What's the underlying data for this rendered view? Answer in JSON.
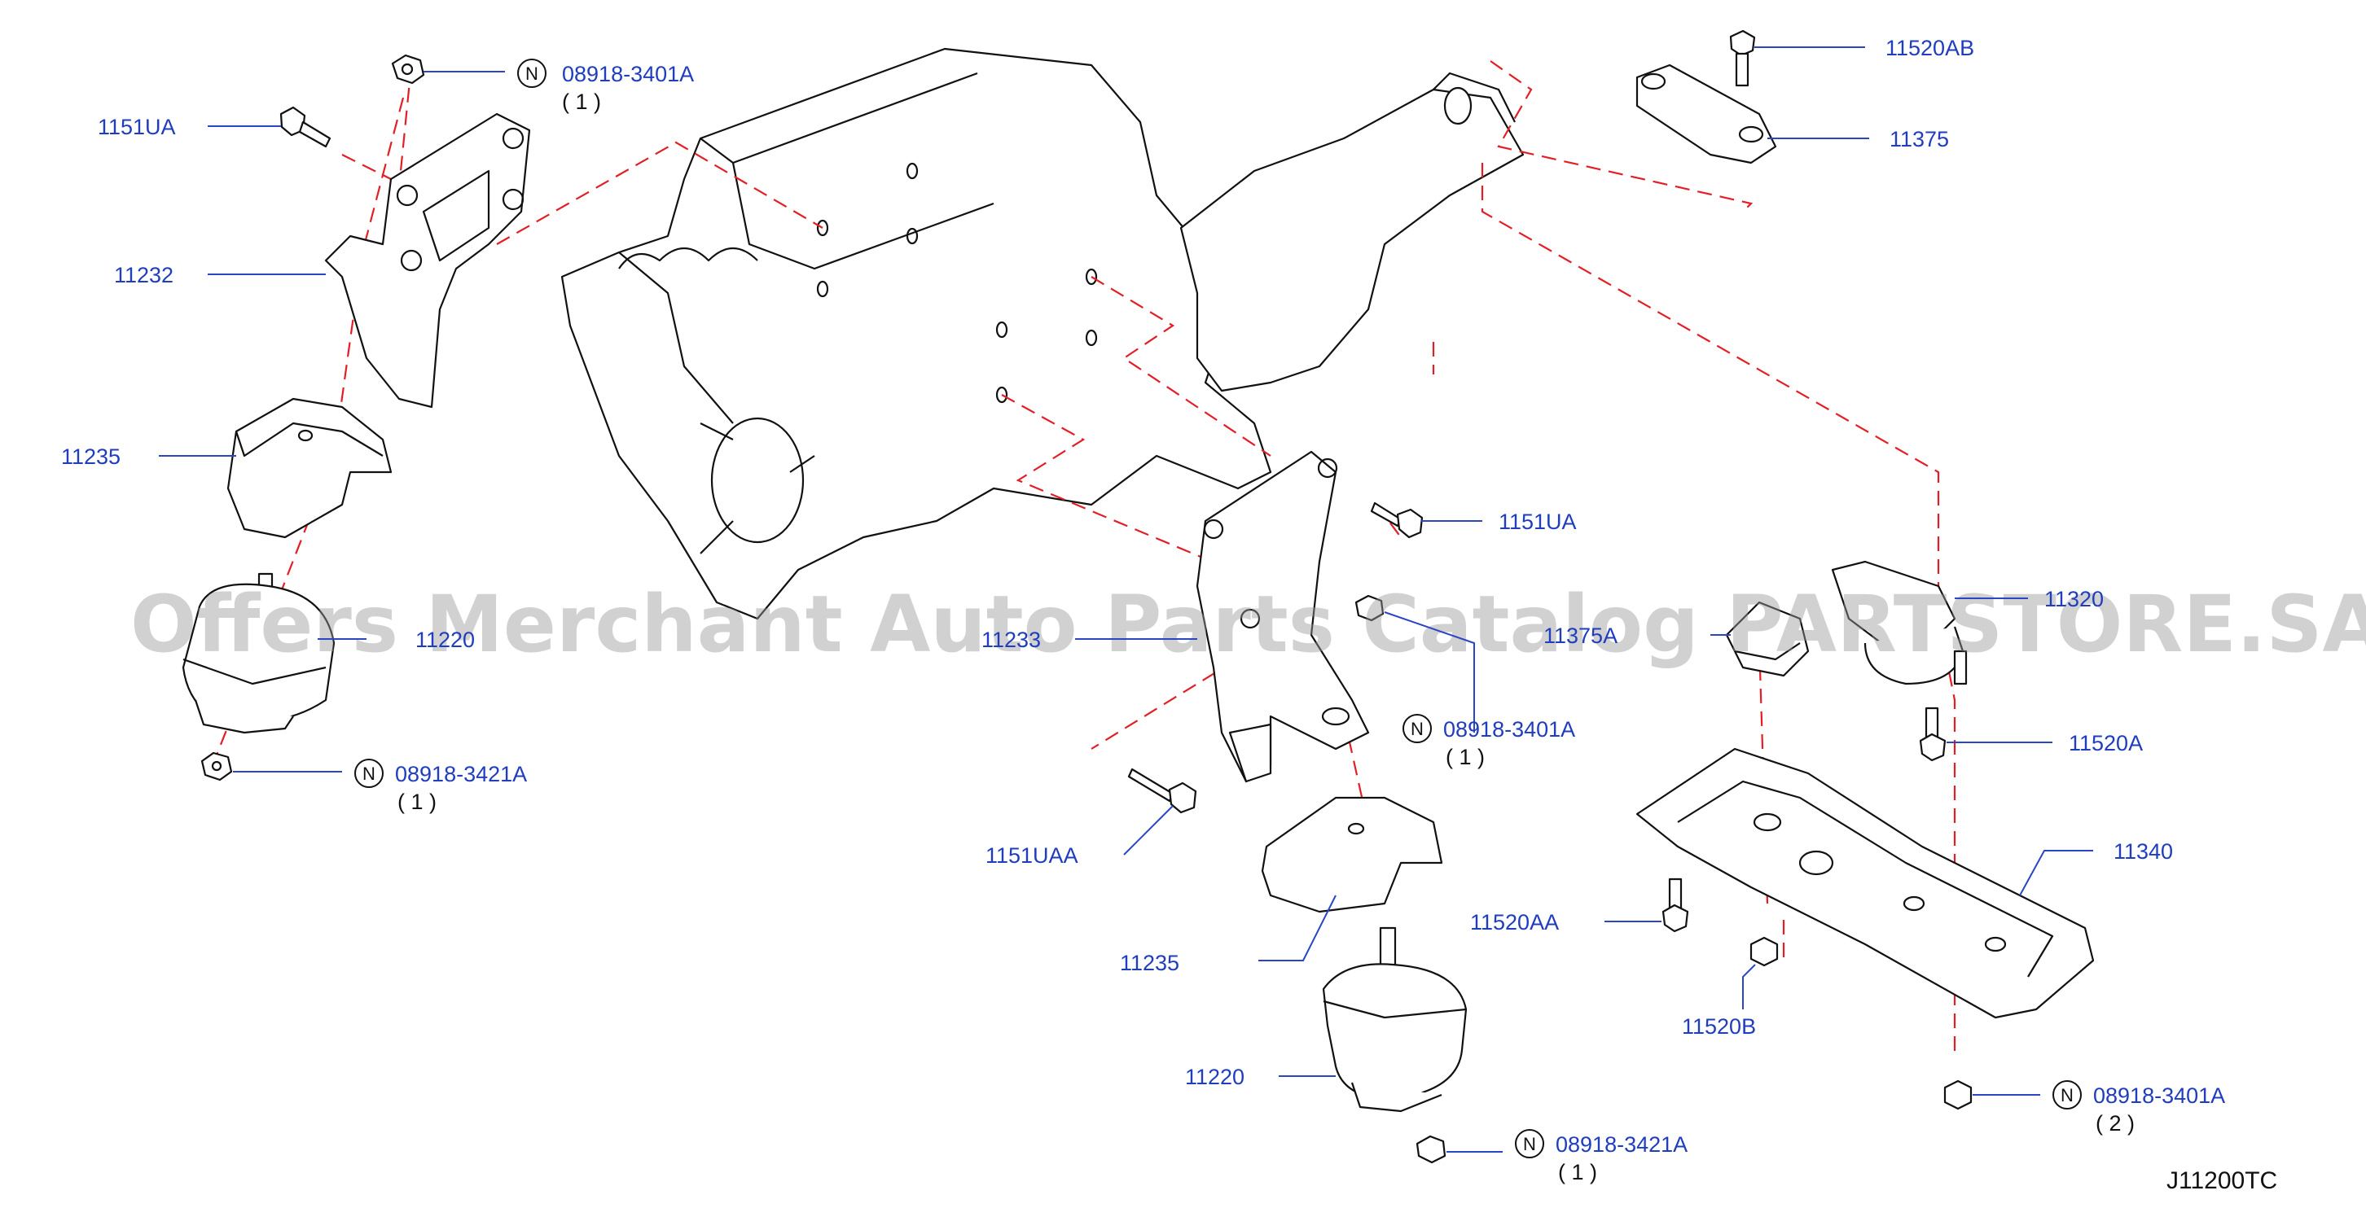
{
  "watermark": "Offers Merchant Auto Parts Catalog PARTSTORE.SA",
  "diagram_code": "J11200TC",
  "icons": {
    "n_marker": "N"
  },
  "colors": {
    "label": "#1f3dbd",
    "dashed_guides": "#e21f26",
    "outline": "#111111"
  },
  "labels": {
    "top_left_nut_code": "08918-3401A",
    "top_left_nut_qty": "( 1 )",
    "left_bolt": "1151UA",
    "left_bracket": "11232",
    "left_insulator": "11235",
    "left_mount": "11220",
    "left_bottom_nut_code": "08918-3421A",
    "left_bottom_nut_qty": "( 1 )",
    "center_bracket": "11233",
    "center_bolt_upper": "1151UA",
    "center_nut_code": "08918-3401A",
    "center_nut_qty": "( 1 )",
    "center_bolt_lower": "1151UAA",
    "center_insulator": "11235",
    "center_mount": "11220",
    "center_bottom_nut_code": "08918-3421A",
    "center_bottom_nut_qty": "( 1 )",
    "top_right_bolt": "11520AB",
    "top_right_stopper": "11375",
    "right_stopper_a": "11375A",
    "right_mount": "11320",
    "right_bolt_a": "11520A",
    "right_member": "11340",
    "right_bolt_aa": "11520AA",
    "right_nut_b": "11520B",
    "right_nut_code": "08918-3401A",
    "right_nut_qty": "( 2 )"
  }
}
